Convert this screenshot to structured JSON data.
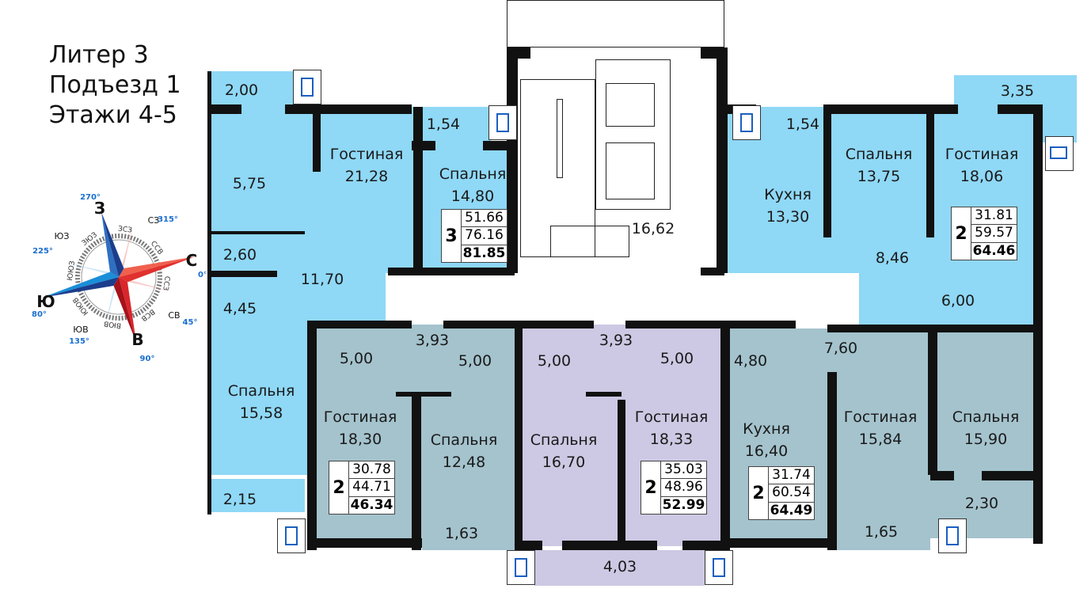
{
  "header": {
    "line1": "Литер 3",
    "line2": "Подъезд 1",
    "line3": "Этажи 4-5"
  },
  "compass": {
    "main": [
      {
        "letter": "С",
        "deg": "0°"
      },
      {
        "letter": "СВ",
        "deg": "45°"
      },
      {
        "letter": "В",
        "deg": "90°"
      },
      {
        "letter": "ЮВ",
        "deg": "135°"
      },
      {
        "letter": "Ю",
        "deg": "180°"
      },
      {
        "letter": "ЮЗ",
        "deg": "225°"
      },
      {
        "letter": "З",
        "deg": "270°"
      },
      {
        "letter": "СЗ",
        "deg": "315°"
      }
    ],
    "minor": [
      "ССВ",
      "ВСВ",
      "ВЮВ",
      "ЮЮВ",
      "ЮЮЗ",
      "ЗЮЗ",
      "ЗСЗ",
      "ССЗ"
    ],
    "colors": {
      "north": "#e0312f",
      "south": "#1a8ed8"
    }
  },
  "rooms": {
    "a_balcony": {
      "area": "2,00"
    },
    "a_kitchen": {
      "area": "5,75"
    },
    "a_living": {
      "name": "Гостиная",
      "area": "21,28"
    },
    "a_balcony2": {
      "area": "1,54"
    },
    "a_bed1": {
      "name": "Спальня",
      "area": "14,80"
    },
    "a_wc": {
      "area": "2,60"
    },
    "a_hall": {
      "area": "11,70"
    },
    "a_bath": {
      "area": "4,45"
    },
    "a_bed2": {
      "name": "Спальня",
      "area": "15,58"
    },
    "a_balcony3": {
      "area": "2,15"
    },
    "stair_hall": {
      "area": "16,62"
    },
    "b_balcony": {
      "area": "1,54"
    },
    "b_kitchen": {
      "name": "Кухня",
      "area": "13,30"
    },
    "b_bed": {
      "name": "Спальня",
      "area": "13,75"
    },
    "b_living": {
      "name": "Гостиная",
      "area": "18,06"
    },
    "b_balcony2": {
      "area": "3,35"
    },
    "b_hall": {
      "area": "8,46"
    },
    "b_bath": {
      "area": "6,00"
    },
    "c_hall": {
      "area": "3,93"
    },
    "c_kitchen": {
      "area": "5,00"
    },
    "c_bath": {
      "area": "5,00"
    },
    "c_living": {
      "name": "Гостиная",
      "area": "18,30"
    },
    "c_bed": {
      "name": "Спальня",
      "area": "12,48"
    },
    "c_balcony": {
      "area": "1,63"
    },
    "d_hall": {
      "area": "3,93"
    },
    "d_bath": {
      "area": "5,00"
    },
    "d_kitchen": {
      "area": "5,00"
    },
    "d_bed": {
      "name": "Спальня",
      "area": "16,70"
    },
    "d_living": {
      "name": "Гостиная",
      "area": "18,33"
    },
    "d_balcony": {
      "area": "4,03"
    },
    "e_bath": {
      "area": "4,80"
    },
    "e_hall": {
      "area": "7,60"
    },
    "e_kitchen": {
      "name": "Кухня",
      "area": "16,40"
    },
    "e_living": {
      "name": "Гостиная",
      "area": "15,84"
    },
    "e_bed": {
      "name": "Спальня",
      "area": "15,90"
    },
    "e_balcony": {
      "area": "1,65"
    },
    "e_balcony2": {
      "area": "2,30"
    }
  },
  "apartments": {
    "a": {
      "rooms": "3",
      "living": "51.66",
      "total": "76.16",
      "total_full": "81.85",
      "color": "#8fd8f6"
    },
    "b": {
      "rooms": "2",
      "living": "31.81",
      "total": "59.57",
      "total_full": "64.46",
      "color": "#8fd8f6"
    },
    "c": {
      "rooms": "2",
      "living": "30.78",
      "total": "44.71",
      "total_full": "46.34",
      "color": "#a4c3cd"
    },
    "d": {
      "rooms": "2",
      "living": "35.03",
      "total": "48.96",
      "total_full": "52.99",
      "color": "#cdc8e3"
    },
    "e": {
      "rooms": "2",
      "living": "31.74",
      "total": "60.54",
      "total_full": "64.49",
      "color": "#a4c3cd"
    }
  }
}
